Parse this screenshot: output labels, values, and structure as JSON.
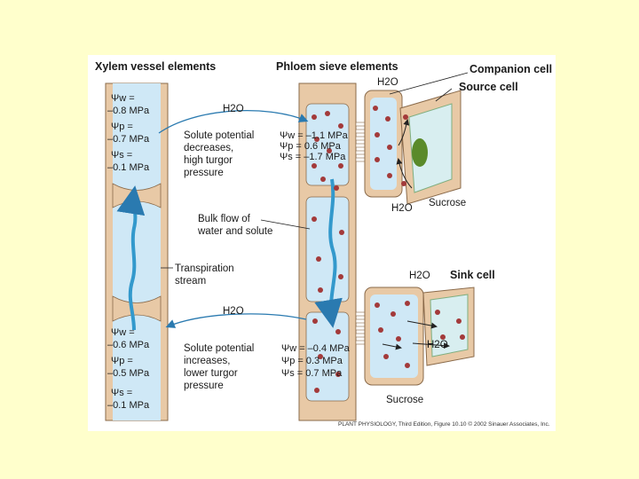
{
  "headings": {
    "xylem": "Xylem vessel elements",
    "phloem": "Phloem sieve elements",
    "companion": "Companion cell",
    "source": "Source cell",
    "sink": "Sink cell"
  },
  "xylem_top": {
    "w": "Ψw =",
    "w_val": "–0.8 MPa",
    "p": "Ψp =",
    "p_val": "–0.7 MPa",
    "s": "Ψs =",
    "s_val": "–0.1 MPa"
  },
  "xylem_bottom": {
    "w": "Ψw =",
    "w_val": "–0.6 MPa",
    "p": "Ψp =",
    "p_val": "–0.5 MPa",
    "s": "Ψs =",
    "s_val": "–0.1 MPa"
  },
  "phloem_top": {
    "w": "Ψw = –1.1 MPa",
    "p": "Ψp = 0.6 MPa",
    "s": "Ψs = –1.7 MPa"
  },
  "phloem_bottom": {
    "w": "Ψw = –0.4 MPa",
    "p": "Ψp = 0.3 MPa",
    "s": "Ψs = 0.7 MPa"
  },
  "water_labels": {
    "top_arrow": "H2O",
    "bottom_arrow": "H2O",
    "companion_top": "H2O",
    "source_bottom": "H2O",
    "sink_top": "H2O",
    "sink_right": "H2O"
  },
  "notes": {
    "source_1": "Solute potential",
    "source_2": "decreases,",
    "source_3": "high turgor",
    "source_4": "pressure",
    "sink_1": "Solute potential",
    "sink_2": "increases,",
    "sink_3": "lower turgor",
    "sink_4": "pressure",
    "bulk_1": "Bulk flow of",
    "bulk_2": "water and solute",
    "trans_1": "Transpiration",
    "trans_2": "stream",
    "sucrose_top": "Sucrose",
    "sucrose_bottom": "Sucrose"
  },
  "credit": "PLANT PHYSIOLOGY, Third Edition, Figure 10.10  © 2002 Sinauer Associates, Inc.",
  "colors": {
    "wall": "#e8c9a6",
    "wall_edge": "#8a6a4a",
    "fluid": "#cfe8f6",
    "flow": "#3399cc",
    "sucrose": "#a33a3a",
    "chloroplast": "#5a8a2a",
    "page": "#ffffcc"
  },
  "icons": [
    "sucrose-dot",
    "flow-arrow"
  ]
}
